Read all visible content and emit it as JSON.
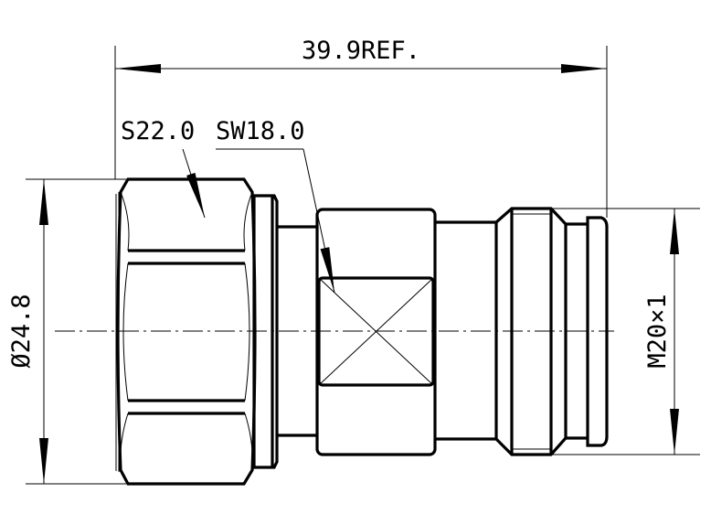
{
  "dimensions": {
    "overall_length": "39.9REF.",
    "hex_nut_size": "S22.0",
    "wrench_flat_size": "SW18.0",
    "outer_diameter": "Ø24.8",
    "thread": "M20×1"
  },
  "colors": {
    "line": "#000000",
    "background": "#ffffff"
  }
}
